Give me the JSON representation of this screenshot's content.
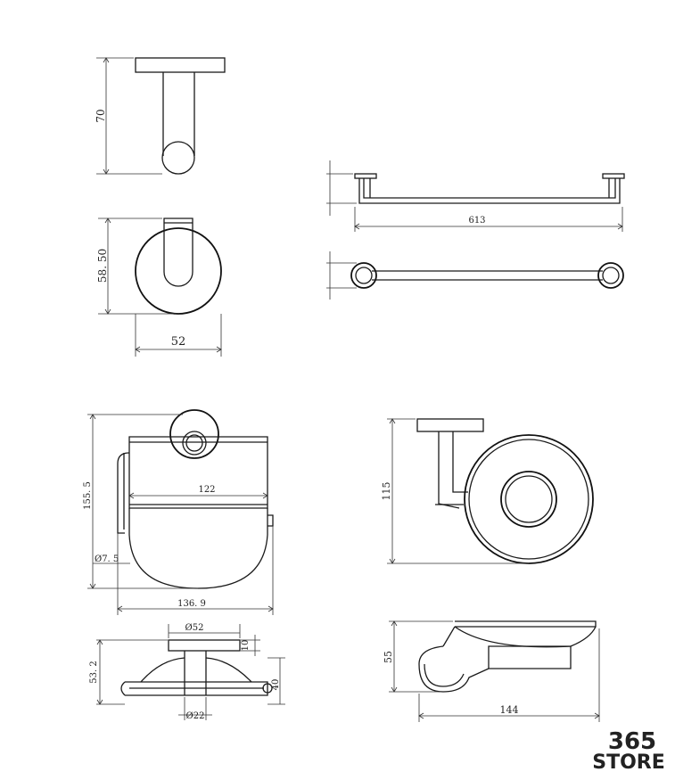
{
  "figure": {
    "dimensions": {
      "robe_hook_height": "70",
      "robe_hook_depth": "58. 50",
      "robe_hook_diameter": "52",
      "towel_bar_length": "613",
      "paper_holder_height": "155. 5",
      "paper_holder_cover_width": "122",
      "paper_holder_rod_dia": "Ø7. 5",
      "paper_holder_total_width": "136. 9",
      "paper_holder_flange_dia": "Ø52",
      "paper_holder_flange_thk": "10",
      "paper_holder_depth": "53. 2",
      "paper_holder_rod_offset": "40",
      "paper_holder_post_dia": "Ø22",
      "tumbler_height": "115",
      "soap_dish_height": "55",
      "soap_dish_length": "144"
    },
    "watermark": {
      "number": "365",
      "word": "STORE",
      "number_color": "#f3c9a8",
      "word_color": "#d2d2d2"
    }
  }
}
